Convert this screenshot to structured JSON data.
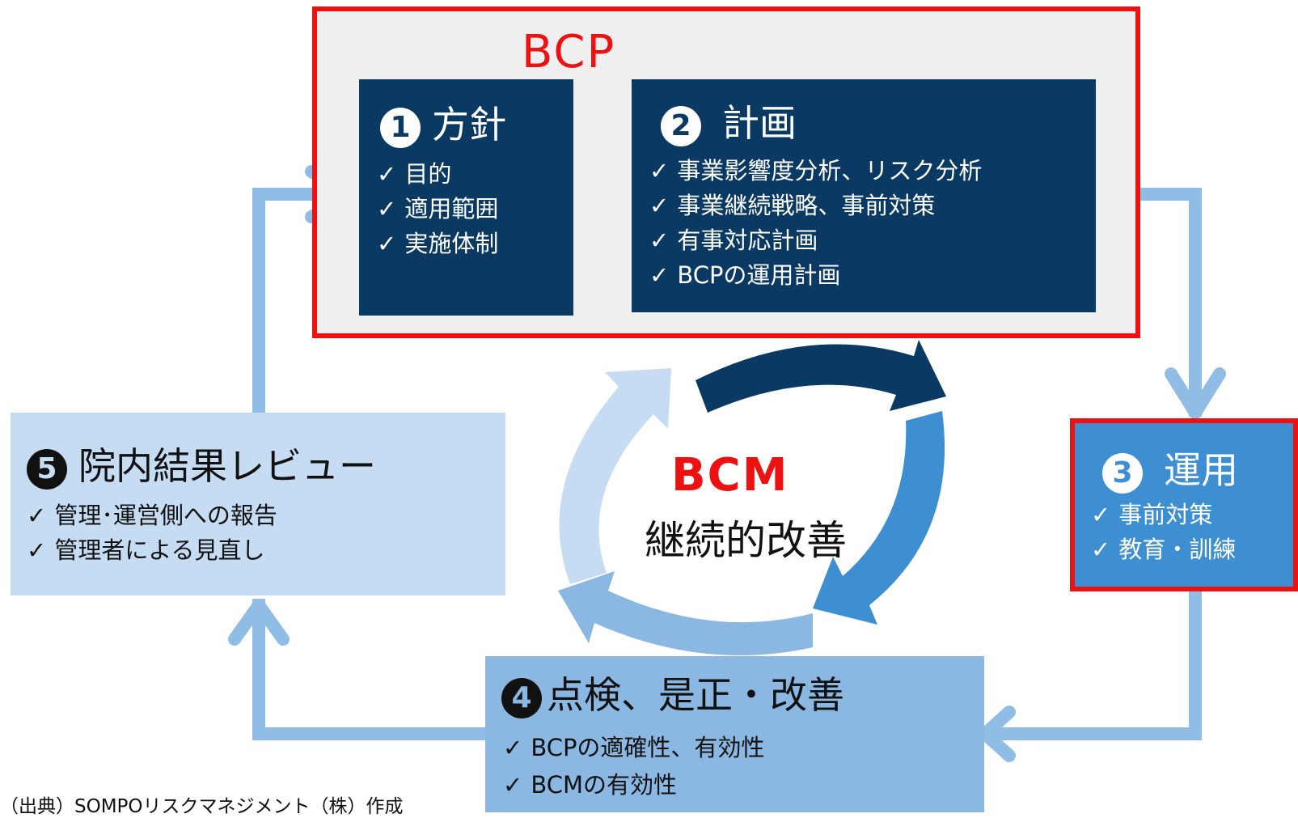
{
  "bcp": {
    "label": "BCP"
  },
  "step1": {
    "badge": "1",
    "title": "方針",
    "items": [
      "目的",
      "適用範囲",
      "実施体制"
    ]
  },
  "step2": {
    "badge": "2",
    "title": "計画",
    "items": [
      "事業影響度分析、リスク分析",
      "事業継続戦略、事前対策",
      "有事対応計画",
      "BCPの運用計画"
    ]
  },
  "step3": {
    "badge": "3",
    "title": "運用",
    "items": [
      "事前対策",
      "教育・訓練"
    ]
  },
  "step4": {
    "badge": "4",
    "title": "点検、是正・改善",
    "items": [
      "BCPの適確性、有効性",
      "BCMの有効性"
    ]
  },
  "step5": {
    "badge": "5",
    "title": "院内結果レビュー",
    "items": [
      "管理･運営側への報告",
      "管理者による見直し"
    ]
  },
  "bcm": {
    "label": "BCM",
    "subtitle": "継続的改善"
  },
  "source": "（出典）SOMPOリスクマネジメント（株）作成",
  "colors": {
    "red": "#ee1111",
    "navy": "#0a3a63",
    "blue_mid": "#3d8fd2",
    "blue_light": "#8ab8e2",
    "blue_pale": "#c5dcf2",
    "connector": "#8fbde6"
  }
}
